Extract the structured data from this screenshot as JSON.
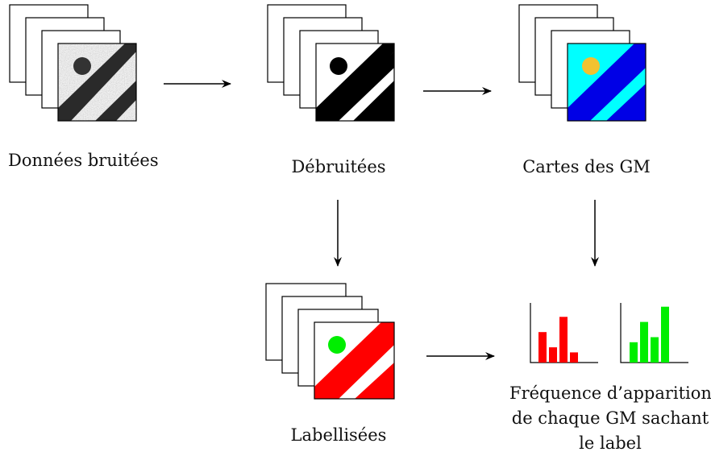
{
  "labels": {
    "noisy": "Données bruitées",
    "denoised": "Débruitées",
    "gm_maps": "Cartes des GM",
    "labelled": "Labellisées",
    "frequency_line1": "Fréquence d’apparition",
    "frequency_line2": "de chaque GM sachant",
    "frequency_line3": "le label"
  },
  "colors": {
    "background": "#ffffff",
    "stroke": "#000000",
    "noise_gray": "#d6d6d6",
    "stripe_black": "#000000",
    "gm_background": "#00ffff",
    "gm_stripe": "#0000e6",
    "gm_dot": "#f2c230",
    "label_stripe": "#ff0000",
    "label_dot": "#00ee00",
    "bars_red": "#ff0000",
    "bars_green": "#00ee00"
  },
  "histograms": [
    {
      "color": "bars_red",
      "values": [
        6,
        3,
        9,
        2
      ]
    },
    {
      "color": "bars_green",
      "values": [
        4,
        8,
        5,
        11
      ]
    }
  ]
}
